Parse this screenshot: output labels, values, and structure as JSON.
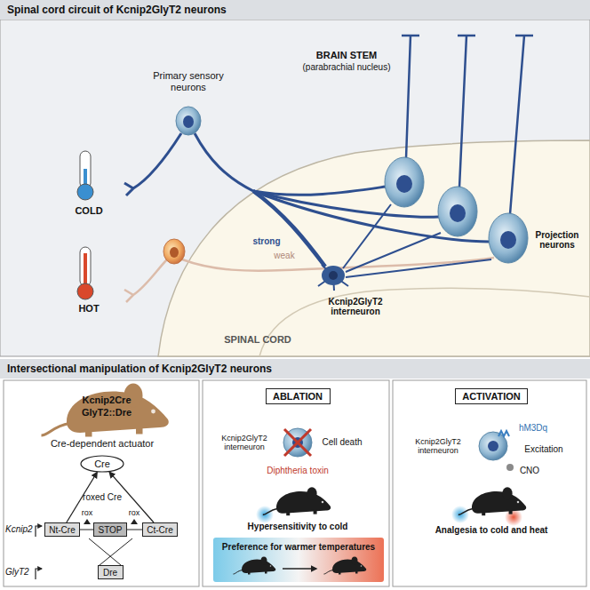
{
  "diagram": {
    "nodes": [
      {
        "text": [
          "Spinal cord circuit of Kcnip2GlyT2 neurons"
        ]
      },
      {
        "text": [
          "Intersectional manipulation of Kcnip2GlyT2 neurons"
        ]
      },
      {
        "text": [
          "Cre"
        ]
      },
      {
        "text": [
          "Nt-Cre"
        ]
      },
      {
        "text": [
          "STOP"
        ]
      },
      {
        "text": [
          "Ct-Cre"
        ]
      },
      {
        "text": [
          "Dre"
        ]
      },
      {
        "text": [
          "ABLATION"
        ]
      },
      {
        "text": [
          "ACTIVATION"
        ]
      }
    ],
    "edges": [
      {
        "from": 3,
        "to": 2,
        "arrow": "to"
      },
      {
        "from": 5,
        "to": 2,
        "arrow": "to"
      }
    ],
    "labels": [
      "BRAIN STEM",
      "(parabrachial nucleus)",
      "Primary sensory neurons",
      "COLD",
      "HOT",
      "strong",
      "weak",
      "Kcnip2GlyT2 interneuron",
      "Projection neurons",
      "SPINAL CORD",
      "Kcnip2Cre",
      "GlyT2::Dre",
      "Cre-dependent actuator",
      "roxed Cre",
      "rox",
      "rox",
      "Kcnip2",
      "GlyT2",
      "Kcnip2GlyT2 interneuron",
      "Cell death",
      "Diphtheria toxin",
      "Hypersensitivity to cold",
      "Preference for warmer temperatures",
      "Kcnip2GlyT2 interneuron",
      "hM3Dq",
      "Excitation",
      "CNO",
      "Analgesia to cold and heat"
    ]
  }
}
